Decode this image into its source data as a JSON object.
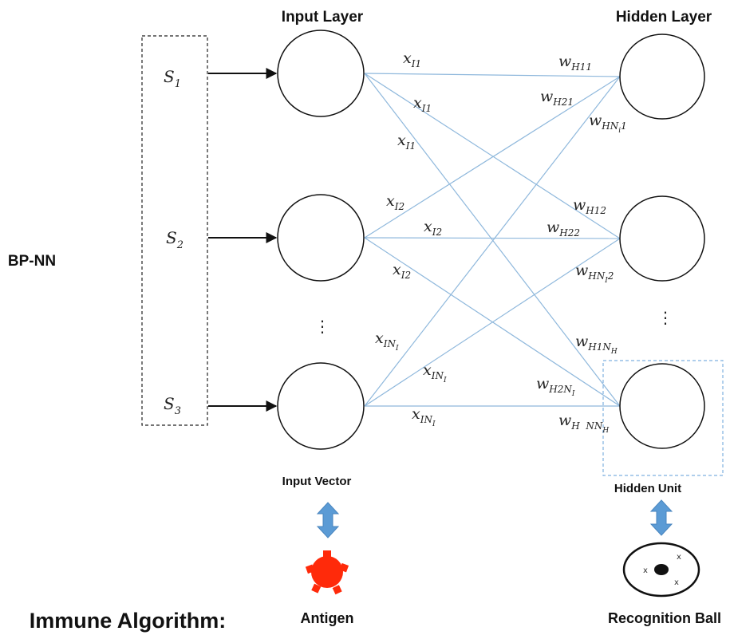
{
  "headers": {
    "input_layer": "Input Layer",
    "hidden_layer": "Hidden Layer"
  },
  "side_label": "BP-NN",
  "signals": [
    {
      "base": "S",
      "sub": "1"
    },
    {
      "base": "S",
      "sub": "2"
    },
    {
      "base": "S",
      "sub": "3"
    }
  ],
  "ellipsis": "⋮",
  "input_weights": [
    {
      "base": "x",
      "sub": "I1"
    },
    {
      "base": "x",
      "sub": "I1"
    },
    {
      "base": "x",
      "sub": "I1"
    },
    {
      "base": "x",
      "sub": "I2"
    },
    {
      "base": "x",
      "sub": "I2"
    },
    {
      "base": "x",
      "sub": "I2"
    },
    {
      "base": "x",
      "sub": "IN",
      "subsub": "I"
    },
    {
      "base": "x",
      "sub": "IN",
      "subsub": "I"
    },
    {
      "base": "x",
      "sub": "IN",
      "subsub": "I"
    }
  ],
  "hidden_weights": [
    {
      "base": "w",
      "sub": "H11"
    },
    {
      "base": "w",
      "sub": "H21"
    },
    {
      "base": "w",
      "sub": "HN",
      "subsub": "i",
      "tail": "1"
    },
    {
      "base": "w",
      "sub": "H12"
    },
    {
      "base": "w",
      "sub": "H22"
    },
    {
      "base": "w",
      "sub": "HN",
      "subsub": "I",
      "tail": "2"
    },
    {
      "base": "w",
      "sub": "H1N",
      "subsub": "H"
    },
    {
      "base": "w",
      "sub": "H2N",
      "subsub": "I"
    },
    {
      "base": "w",
      "sub": "H  NN",
      "subsub": "H"
    }
  ],
  "captions": {
    "input_vector": "Input Vector",
    "hidden_unit": "Hidden Unit",
    "antigen": "Antigen",
    "recognition_ball": "Recognition Ball",
    "immune_algorithm": "Immune Algorithm:"
  },
  "recognition_marks": [
    "x",
    "x",
    "x"
  ],
  "colors": {
    "connection": "#8fb8dc",
    "arrow": "#5b9bd5",
    "antigen": "#ff2a0a",
    "node_stroke": "#111111",
    "dashed_box": "#7fb0e0"
  },
  "icons": {
    "antigen": "antigen-icon",
    "recognition_ball": "recognition-ball-icon",
    "double_arrow": "double-arrow-icon"
  }
}
